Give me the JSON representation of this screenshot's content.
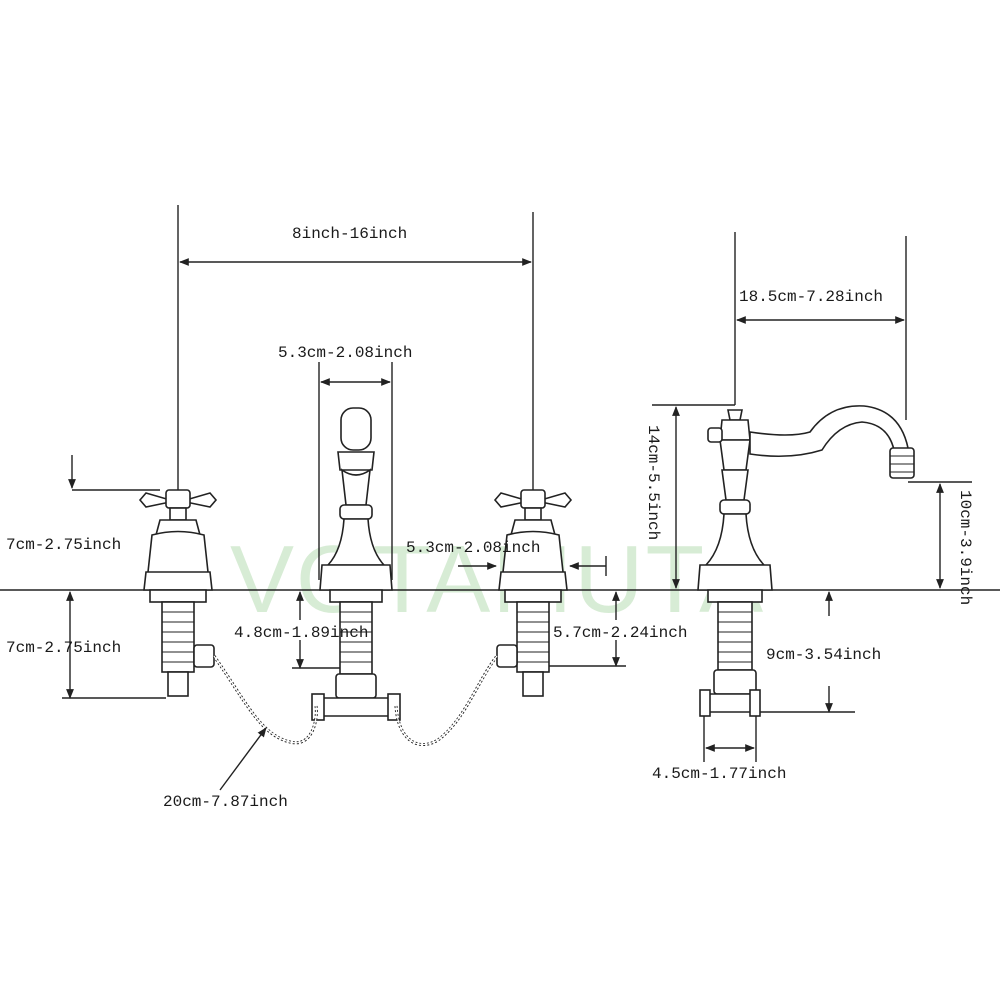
{
  "diagram": {
    "watermark": "VOTAMUTA",
    "labels": {
      "center_spacing": "8inch-16inch",
      "spout_base_width": "5.3cm-2.08inch",
      "handle_base_width": "5.3cm-2.08inch",
      "spout_reach": "18.5cm-7.28inch",
      "spout_height": "14cm-5.5inch",
      "spout_outlet_height": "10cm-3.9inch",
      "handle_height": "7cm-2.75inch",
      "handle_shank_length": "7cm-2.75inch",
      "center_shank_length": "4.8cm-1.89inch",
      "handle_shank_right": "5.7cm-2.24inch",
      "spout_shank_length": "9cm-3.54inch",
      "spout_tee_width": "4.5cm-1.77inch",
      "hose_length": "20cm-7.87inch"
    }
  }
}
